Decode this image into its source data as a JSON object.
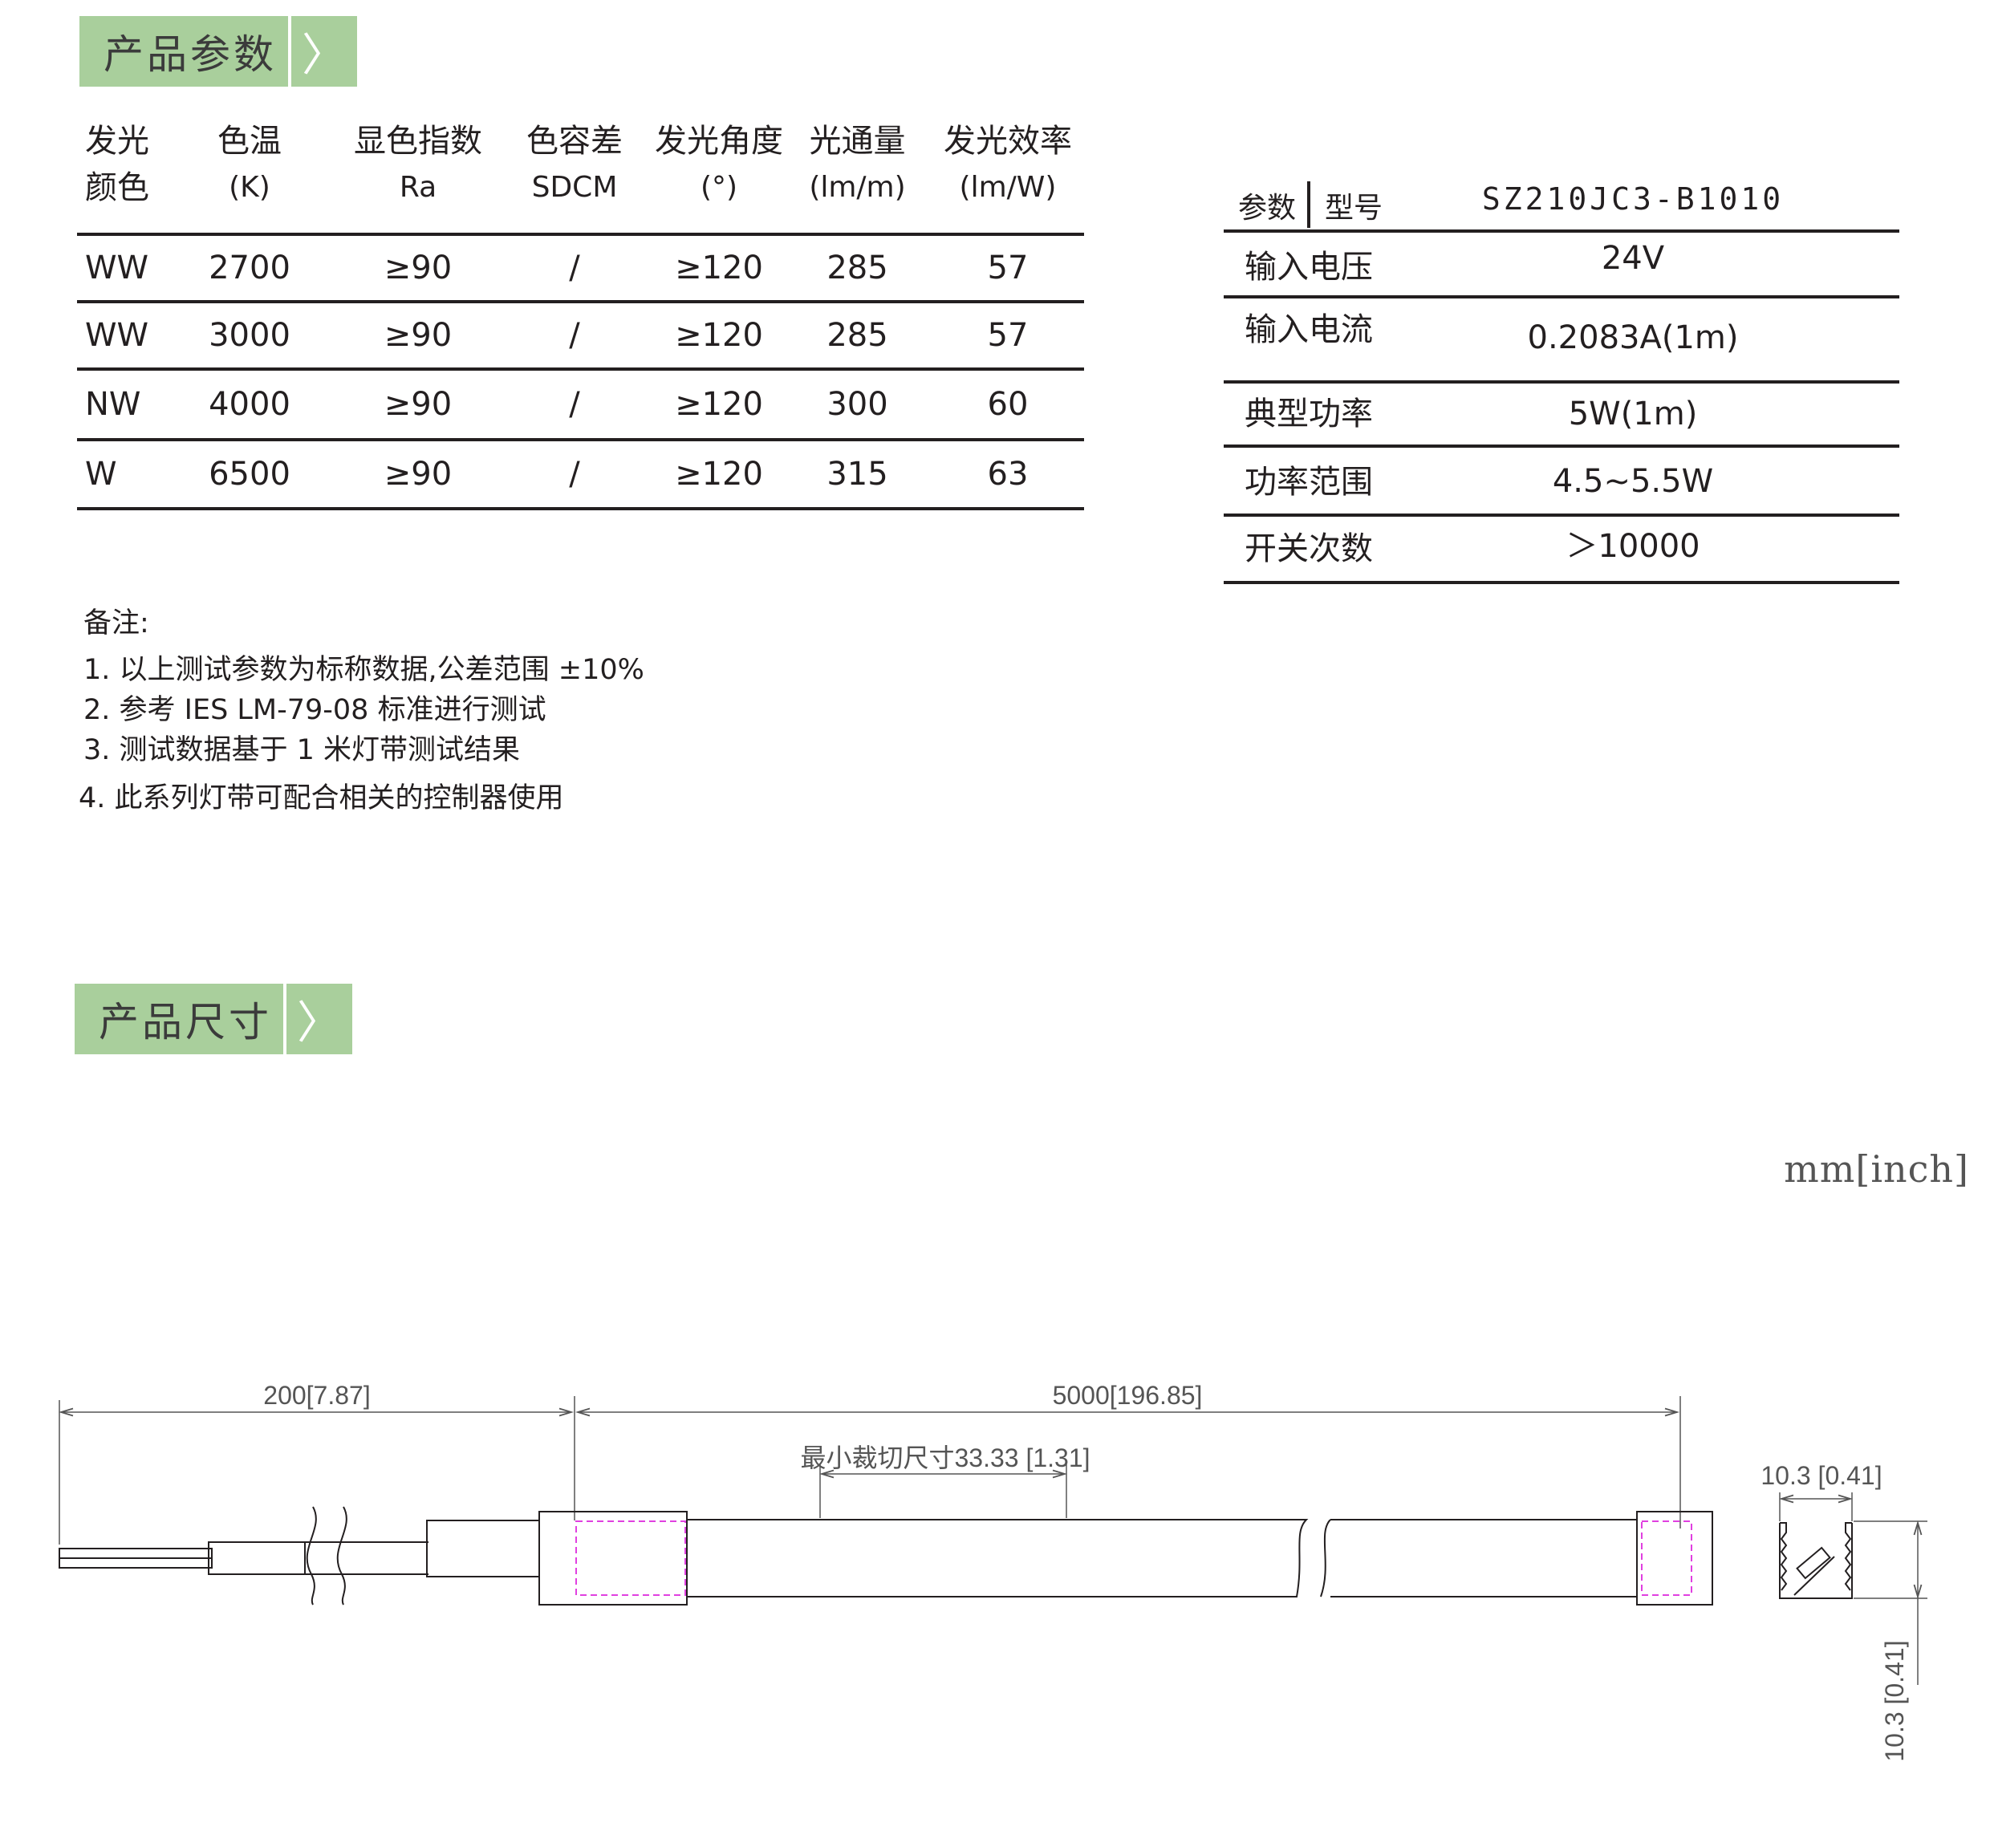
{
  "sections": {
    "params_title": "产品参数",
    "dims_title": "产品尺寸",
    "arrow": "〉"
  },
  "spec_table": {
    "headers": [
      {
        "l1": "发光",
        "l2": "颜色"
      },
      {
        "l1": "色温",
        "l2": "(K)"
      },
      {
        "l1": "显色指数",
        "l2": "Ra"
      },
      {
        "l1": "色容差",
        "l2": "SDCM"
      },
      {
        "l1": "发光角度",
        "l2": "(°)"
      },
      {
        "l1": "光通量",
        "l2": "(lm/m)"
      },
      {
        "l1": "发光效率",
        "l2": "(lm/W)"
      }
    ],
    "rows": [
      [
        "WW",
        "2700",
        "≥90",
        "/",
        "≥120",
        "285",
        "57"
      ],
      [
        "WW",
        "3000",
        "≥90",
        "/",
        "≥120",
        "285",
        "57"
      ],
      [
        "NW",
        "4000",
        "≥90",
        "/",
        "≥120",
        "300",
        "60"
      ],
      [
        "W",
        "6500",
        "≥90",
        "/",
        "≥120",
        "315",
        "63"
      ]
    ]
  },
  "elec_table": {
    "param_label": "参数",
    "model_label": "型号",
    "model_value": "SZ210JC3-B1010",
    "rows": [
      {
        "k": "输入电压",
        "v": "24V"
      },
      {
        "k": "输入电流",
        "v": "0.2083A(1m)"
      },
      {
        "k": "典型功率",
        "v": "5W(1m)"
      },
      {
        "k": "功率范围",
        "v": "4.5~5.5W"
      },
      {
        "k": "开关次数",
        "v": "＞10000"
      }
    ]
  },
  "notes": {
    "title": "备注:",
    "items": [
      "1. 以上测试参数为标称数据,公差范围 ±10%",
      "2. 参考 IES LM-79-08 标准进行测试",
      "3. 测试数据基于 1 米灯带测试结果",
      "4. 此系列灯带可配合相关的控制器使用"
    ]
  },
  "drawing": {
    "unit": "mm[inch]",
    "dim_lead": "200[7.87]",
    "dim_length": "5000[196.85]",
    "dim_cut": "最小裁切尺寸33.33 [1.31]",
    "dim_width": "10.3  [0.41]",
    "dim_height": "10.3  [0.41]"
  },
  "colors": {
    "tab_green": "#a9cf9c",
    "cut_marker": "#e040e0",
    "line": "#231f20"
  }
}
